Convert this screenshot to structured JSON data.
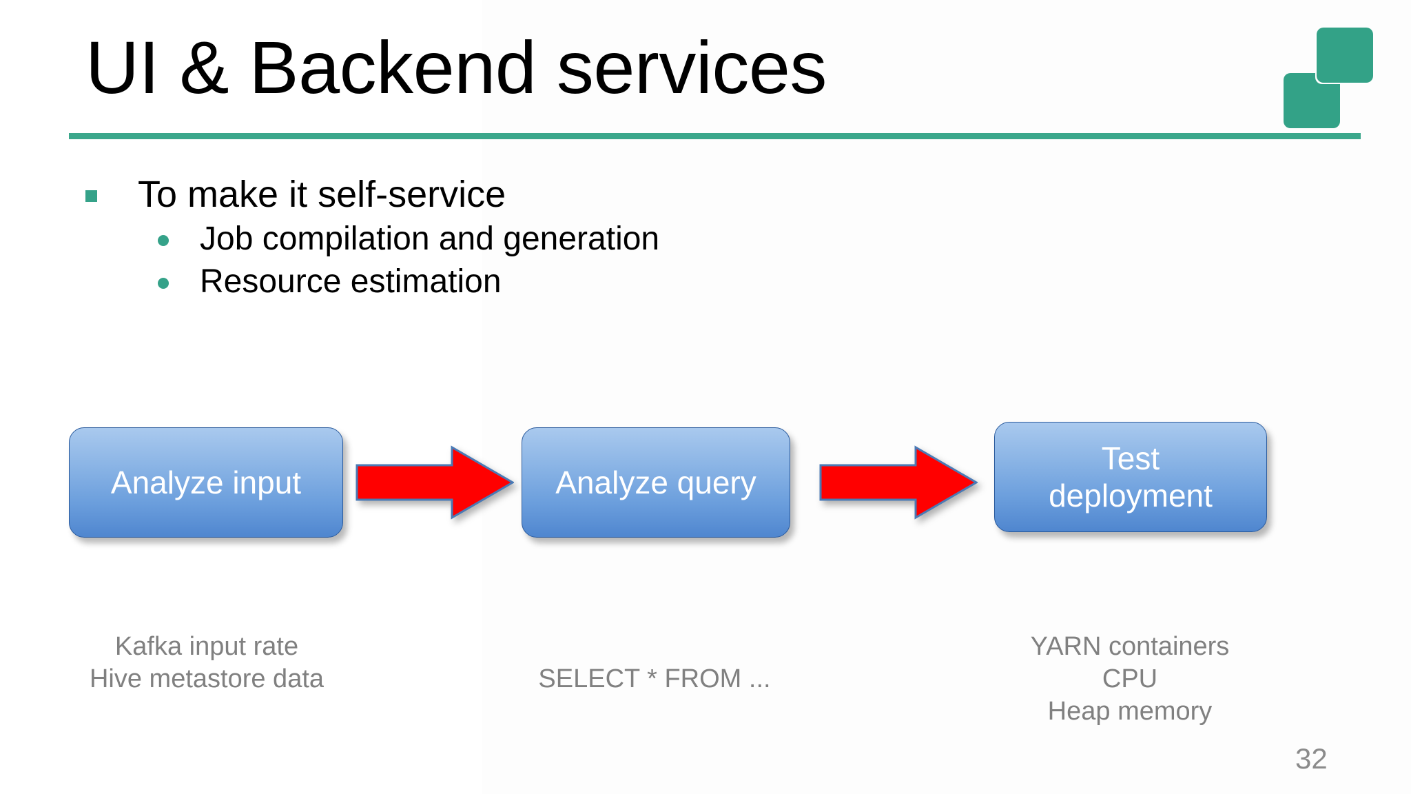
{
  "slide": {
    "title": "UI & Backend services",
    "page_number": "32",
    "accent_color": "#3ba78b",
    "logo_color": "#33a287",
    "box_fill_top": "#a9c9ee",
    "box_fill_bottom": "#4f86cf",
    "arrow_color": "#ff0000",
    "caption_color": "#808080"
  },
  "logo": {
    "back_square_name": "logo-square-back",
    "front_square_name": "logo-square-front"
  },
  "bullets": {
    "level1": [
      {
        "marker": "square-bullet",
        "text": "To make it self-service"
      }
    ],
    "level2": [
      {
        "marker": "round-bullet",
        "text": "Job compilation and generation"
      },
      {
        "marker": "round-bullet",
        "text": "Resource estimation"
      }
    ]
  },
  "flow": {
    "boxes": [
      {
        "id": "analyze-input",
        "label": "Analyze input"
      },
      {
        "id": "analyze-query",
        "label": "Analyze query"
      },
      {
        "id": "test-deployment",
        "label": "Test\ndeployment"
      }
    ],
    "arrows": [
      {
        "id": "arrow-1",
        "direction": "right"
      },
      {
        "id": "arrow-2",
        "direction": "right"
      }
    ],
    "captions": [
      {
        "id": "caption-analyze-input",
        "lines": [
          "Kafka input rate",
          "Hive metastore data"
        ]
      },
      {
        "id": "caption-analyze-query",
        "lines": [
          "SELECT * FROM ..."
        ]
      },
      {
        "id": "caption-test-deployment",
        "lines": [
          "YARN containers",
          "CPU",
          "Heap memory"
        ]
      }
    ]
  }
}
